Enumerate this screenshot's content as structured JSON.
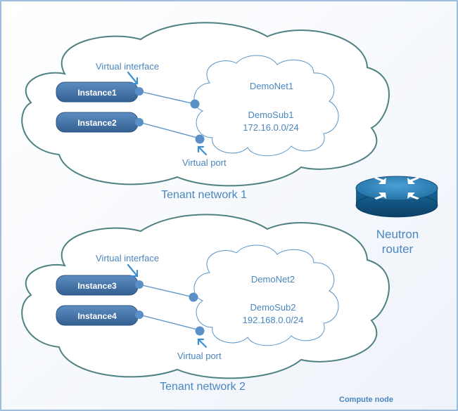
{
  "tenant_networks": [
    {
      "label": "Tenant network 1",
      "instances": [
        "Instance1",
        "Instance2"
      ],
      "virtual_interface_label": "Virtual interface",
      "virtual_port_label": "Virtual port",
      "network": {
        "name": "DemoNet1",
        "subnet": "DemoSub1",
        "cidr": "172.16.0.0/24"
      }
    },
    {
      "label": "Tenant network 2",
      "instances": [
        "Instance3",
        "Instance4"
      ],
      "virtual_interface_label": "Virtual interface",
      "virtual_port_label": "Virtual port",
      "network": {
        "name": "DemoNet2",
        "subnet": "DemoSub2",
        "cidr": "192.168.0.0/24"
      }
    }
  ],
  "router": {
    "label_line1": "Neutron",
    "label_line2": "router"
  },
  "footer": {
    "compute_node": "Compute node"
  },
  "colors": {
    "accent_text": "#4a86c0",
    "instance_fill": "#3f72aa",
    "cloud_outline": "#4e8282",
    "frame": "#7fa9d6"
  }
}
